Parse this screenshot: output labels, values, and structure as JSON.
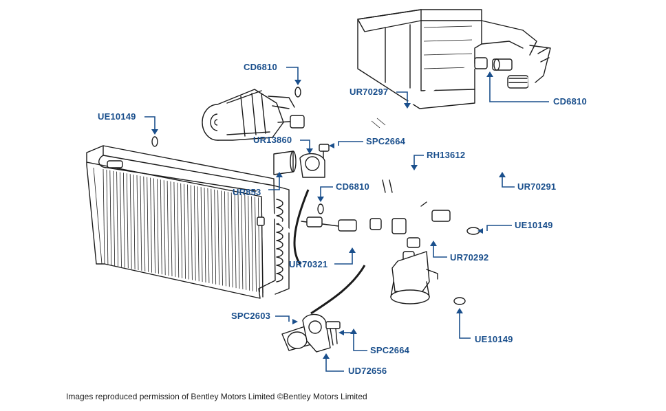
{
  "diagram": {
    "labels": {
      "cd6810_top": "CD6810",
      "ue10149_left": "UE10149",
      "ur70297": "UR70297",
      "cd6810_right": "CD6810",
      "ur13860": "UR13860",
      "spc2664_top": "SPC2664",
      "rh13612": "RH13612",
      "ur70291": "UR70291",
      "ur853": "UR853",
      "cd6810_mid": "CD6810",
      "ue10149_mid": "UE10149",
      "ur70292": "UR70292",
      "ur70321": "UR70321",
      "spc2603": "SPC2603",
      "spc2664_bottom": "SPC2664",
      "ue10149_bottom": "UE10149",
      "ud72656": "UD72656"
    },
    "caption": "Images reproduced permission of Bentley Motors Limited ©Bentley Motors Limited"
  },
  "colors": {
    "label": "#1a4f8c",
    "ink": "#1b1b1b",
    "background": "#ffffff"
  }
}
